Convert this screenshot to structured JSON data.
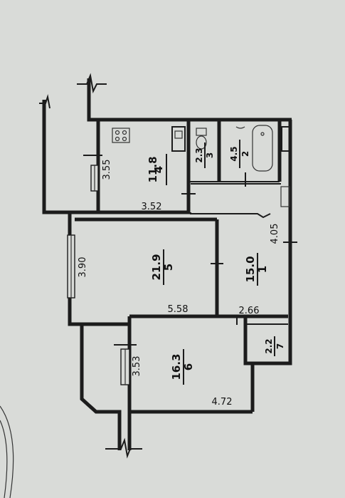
{
  "rooms": [
    {
      "number": "1",
      "area": "15.0"
    },
    {
      "number": "2",
      "area": "4.5"
    },
    {
      "number": "3",
      "area": "2.3"
    },
    {
      "number": "4",
      "area": "11.8"
    },
    {
      "number": "5",
      "area": "21.9"
    },
    {
      "number": "6",
      "area": "16.3"
    },
    {
      "number": "7",
      "area": "2.2"
    }
  ],
  "dimensions": [
    "3.55",
    "3.52",
    "3.90",
    "5.58",
    "4.05",
    "2.66",
    "3.53",
    "4.72"
  ]
}
